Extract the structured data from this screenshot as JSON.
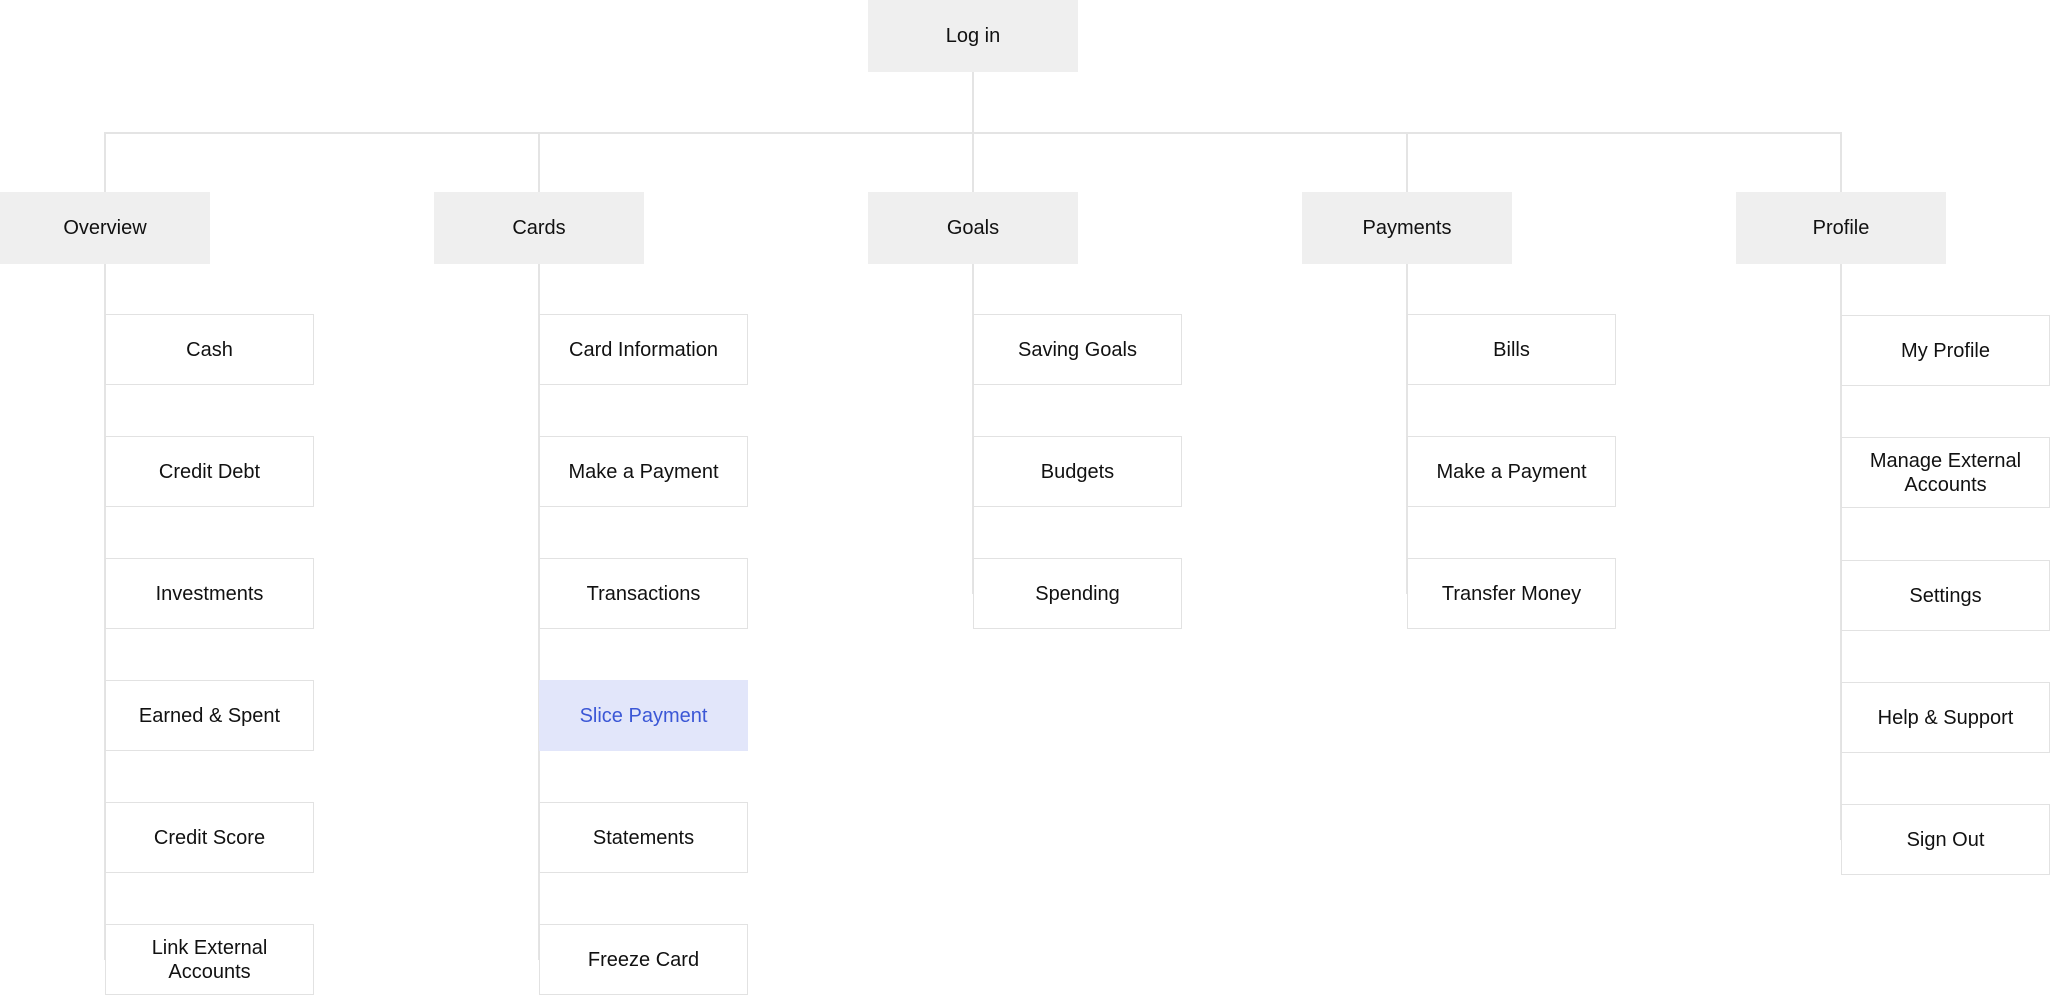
{
  "root": {
    "label": "Log in"
  },
  "sections": [
    {
      "id": "overview",
      "label": "Overview",
      "children": [
        {
          "label": "Cash"
        },
        {
          "label": "Credit Debt"
        },
        {
          "label": "Investments"
        },
        {
          "label": "Earned & Spent"
        },
        {
          "label": "Credit Score"
        },
        {
          "label": "Link External Accounts"
        }
      ]
    },
    {
      "id": "cards",
      "label": "Cards",
      "children": [
        {
          "label": "Card Information"
        },
        {
          "label": "Make a Payment"
        },
        {
          "label": "Transactions"
        },
        {
          "label": "Slice Payment",
          "highlighted": true
        },
        {
          "label": "Statements"
        },
        {
          "label": "Freeze Card"
        }
      ]
    },
    {
      "id": "goals",
      "label": "Goals",
      "children": [
        {
          "label": "Saving Goals"
        },
        {
          "label": "Budgets"
        },
        {
          "label": "Spending"
        }
      ]
    },
    {
      "id": "payments",
      "label": "Payments",
      "children": [
        {
          "label": "Bills"
        },
        {
          "label": "Make a Payment"
        },
        {
          "label": "Transfer Money"
        }
      ]
    },
    {
      "id": "profile",
      "label": "Profile",
      "children": [
        {
          "label": "My Profile"
        },
        {
          "label": "Manage External Accounts"
        },
        {
          "label": "Settings"
        },
        {
          "label": "Help & Support"
        },
        {
          "label": "Sign Out"
        }
      ]
    }
  ],
  "colors": {
    "section_fill": "#efefef",
    "page_border": "#e2e2e2",
    "connector": "#e4e4e4",
    "highlight_fill": "#e2e6fa",
    "highlight_text": "#3b57d6"
  }
}
